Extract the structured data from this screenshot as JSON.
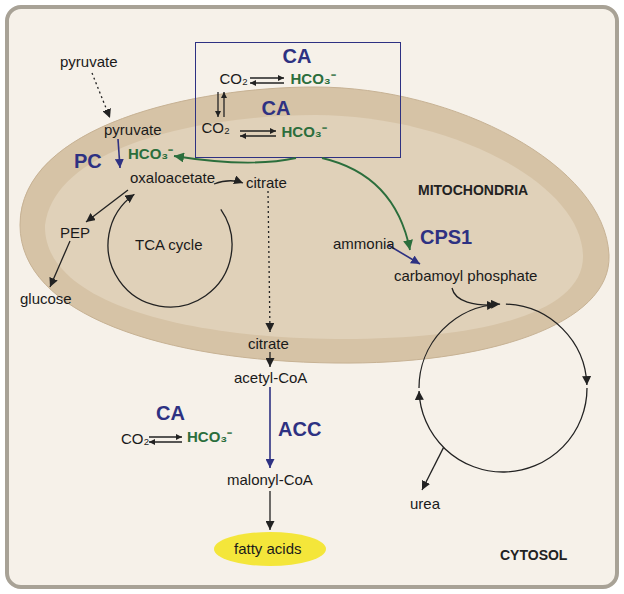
{
  "diagram": {
    "nodes": [
      {
        "text": [
          "CYTOSOL"
        ]
      },
      {
        "text": [
          "MITOCHONDRIA"
        ],
        "in": 0
      },
      {
        "text": [
          "CA",
          "CO₂",
          "HCO₃⁻",
          "CO₂",
          "CA",
          "HCO₃⁻"
        ],
        "in": 0
      },
      {
        "text": [
          "TCA cycle"
        ],
        "in": 1
      },
      {
        "text": [
          "fatty acids"
        ],
        "in": 0
      }
    ],
    "labels": [
      "pyruvate",
      "pyruvate",
      "PC",
      "HCO₃⁻",
      "oxaloacetate",
      "PEP",
      "glucose",
      "citrate",
      "ammonia",
      "CPS1",
      "carbamoyl phosphate",
      "citrate",
      "acetyl-CoA",
      "CA",
      "CO₂",
      "HCO₃⁻",
      "ACC",
      "malonyl-CoA",
      "urea"
    ]
  }
}
